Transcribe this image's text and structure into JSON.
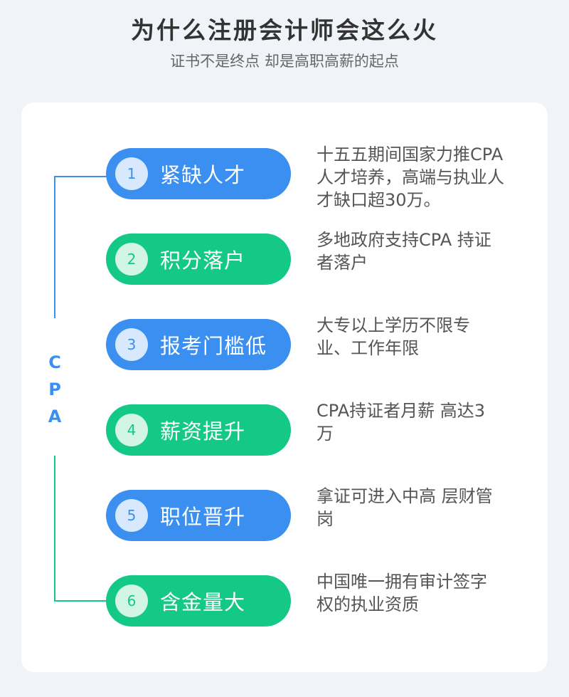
{
  "header": {
    "title": "为什么注册会计师会这么火",
    "subtitle": "证书不是终点 却是高职高薪的起点"
  },
  "side_label": [
    "C",
    "P",
    "A"
  ],
  "colors": {
    "blue": "#3a8ff0",
    "green": "#13c985"
  },
  "items": [
    {
      "num": "1",
      "label": "紧缺人才",
      "desc": [
        "十五五期间国家力推CPA",
        "人才培养，高端与执业人",
        "才缺口超30万。"
      ]
    },
    {
      "num": "2",
      "label": "积分落户",
      "desc": [
        "多地政府支持CPA 持证",
        "者落户"
      ]
    },
    {
      "num": "3",
      "label": "报考门槛低",
      "desc": [
        "大专以上学历不限专",
        "业、工作年限"
      ]
    },
    {
      "num": "4",
      "label": "薪资提升",
      "desc": [
        "CPA持证者月薪 高达3",
        "万"
      ]
    },
    {
      "num": "5",
      "label": "职位晋升",
      "desc": [
        "拿证可进入中高 层财管",
        "岗"
      ]
    },
    {
      "num": "6",
      "label": "含金量大",
      "desc": [
        "中国唯一拥有审计签字",
        "权的执业资质"
      ]
    }
  ]
}
